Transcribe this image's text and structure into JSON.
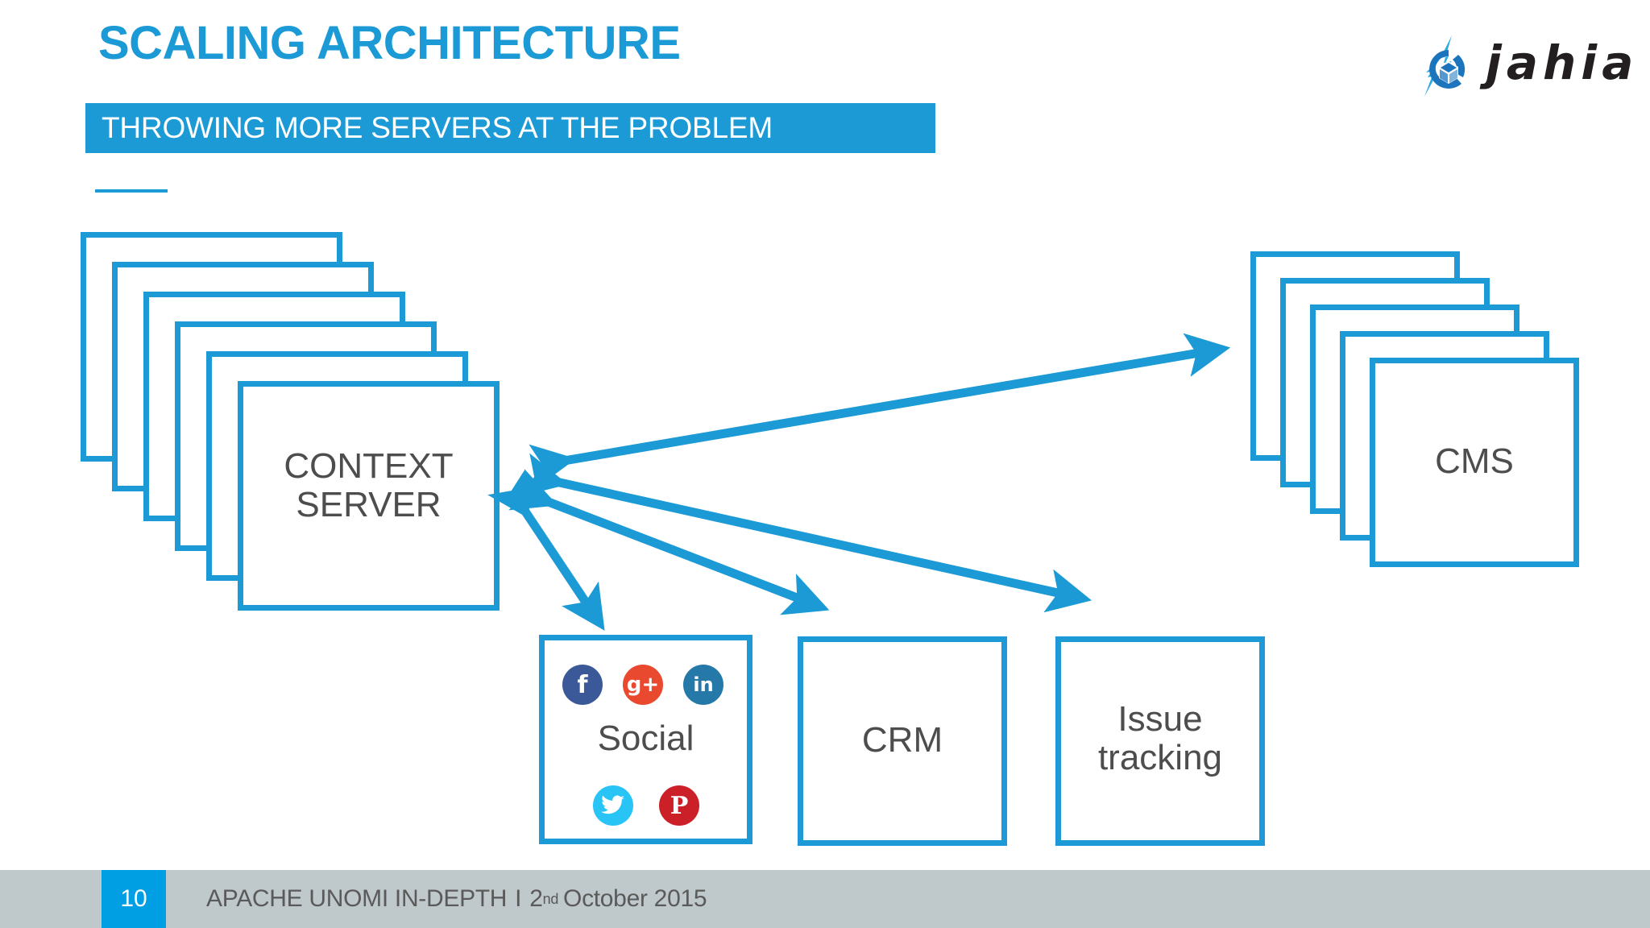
{
  "slide": {
    "title": "SCALING ARCHITECTURE",
    "subtitle": "THROWING MORE SERVERS AT THE PROBLEM",
    "accent_color": "#1c9ad6",
    "title_color": "#1c9ad6",
    "subtitle_bar_color": "#1c9ad6",
    "label_color": "#4d4d4d",
    "background": "#ffffff"
  },
  "logo": {
    "wordmark": "jahia",
    "mark_color": "#1c75bc",
    "mark_accent": "#29abe2",
    "word_color": "#231f20"
  },
  "diagram": {
    "nodes": [
      {
        "id": "context-server",
        "label": "CONTEXT SERVER",
        "label_line1": "CONTEXT",
        "label_line2": "SERVER",
        "stack_count": 6,
        "kind": "stack"
      },
      {
        "id": "cms",
        "label": "CMS",
        "stack_count": 5,
        "kind": "stack"
      },
      {
        "id": "social",
        "label": "Social",
        "kind": "box"
      },
      {
        "id": "crm",
        "label": "CRM",
        "kind": "box"
      },
      {
        "id": "issue-tracking",
        "label": "Issue tracking",
        "label_line1": "Issue",
        "label_line2": "tracking",
        "kind": "box"
      }
    ],
    "connections": [
      {
        "from": "context-server",
        "to": "cms",
        "style": "double-arrow"
      },
      {
        "from": "context-server",
        "to": "social",
        "style": "double-arrow"
      },
      {
        "from": "context-server",
        "to": "crm",
        "style": "double-arrow"
      },
      {
        "from": "context-server",
        "to": "issue-tracking",
        "style": "double-arrow"
      }
    ],
    "arrow_color": "#1c9ad6"
  },
  "social_icons": [
    {
      "name": "facebook-icon",
      "glyph": "f",
      "color": "#3b5998"
    },
    {
      "name": "google-plus-icon",
      "glyph": "g+",
      "color": "#e8492f"
    },
    {
      "name": "linkedin-icon",
      "glyph": "in",
      "color": "#2579a9"
    },
    {
      "name": "twitter-icon",
      "glyph": "✦",
      "color": "#29c4f6"
    },
    {
      "name": "pinterest-icon",
      "glyph": "P",
      "color": "#cb2027"
    }
  ],
  "footer": {
    "page_number": "10",
    "deck_title": "APACHE UNOMI IN-DEPTH",
    "separator": "I",
    "date_day": "2",
    "date_ordinal": "nd",
    "date_rest": "October 2015",
    "bar_color": "#bfc8cb",
    "page_box_color": "#009fe3"
  }
}
